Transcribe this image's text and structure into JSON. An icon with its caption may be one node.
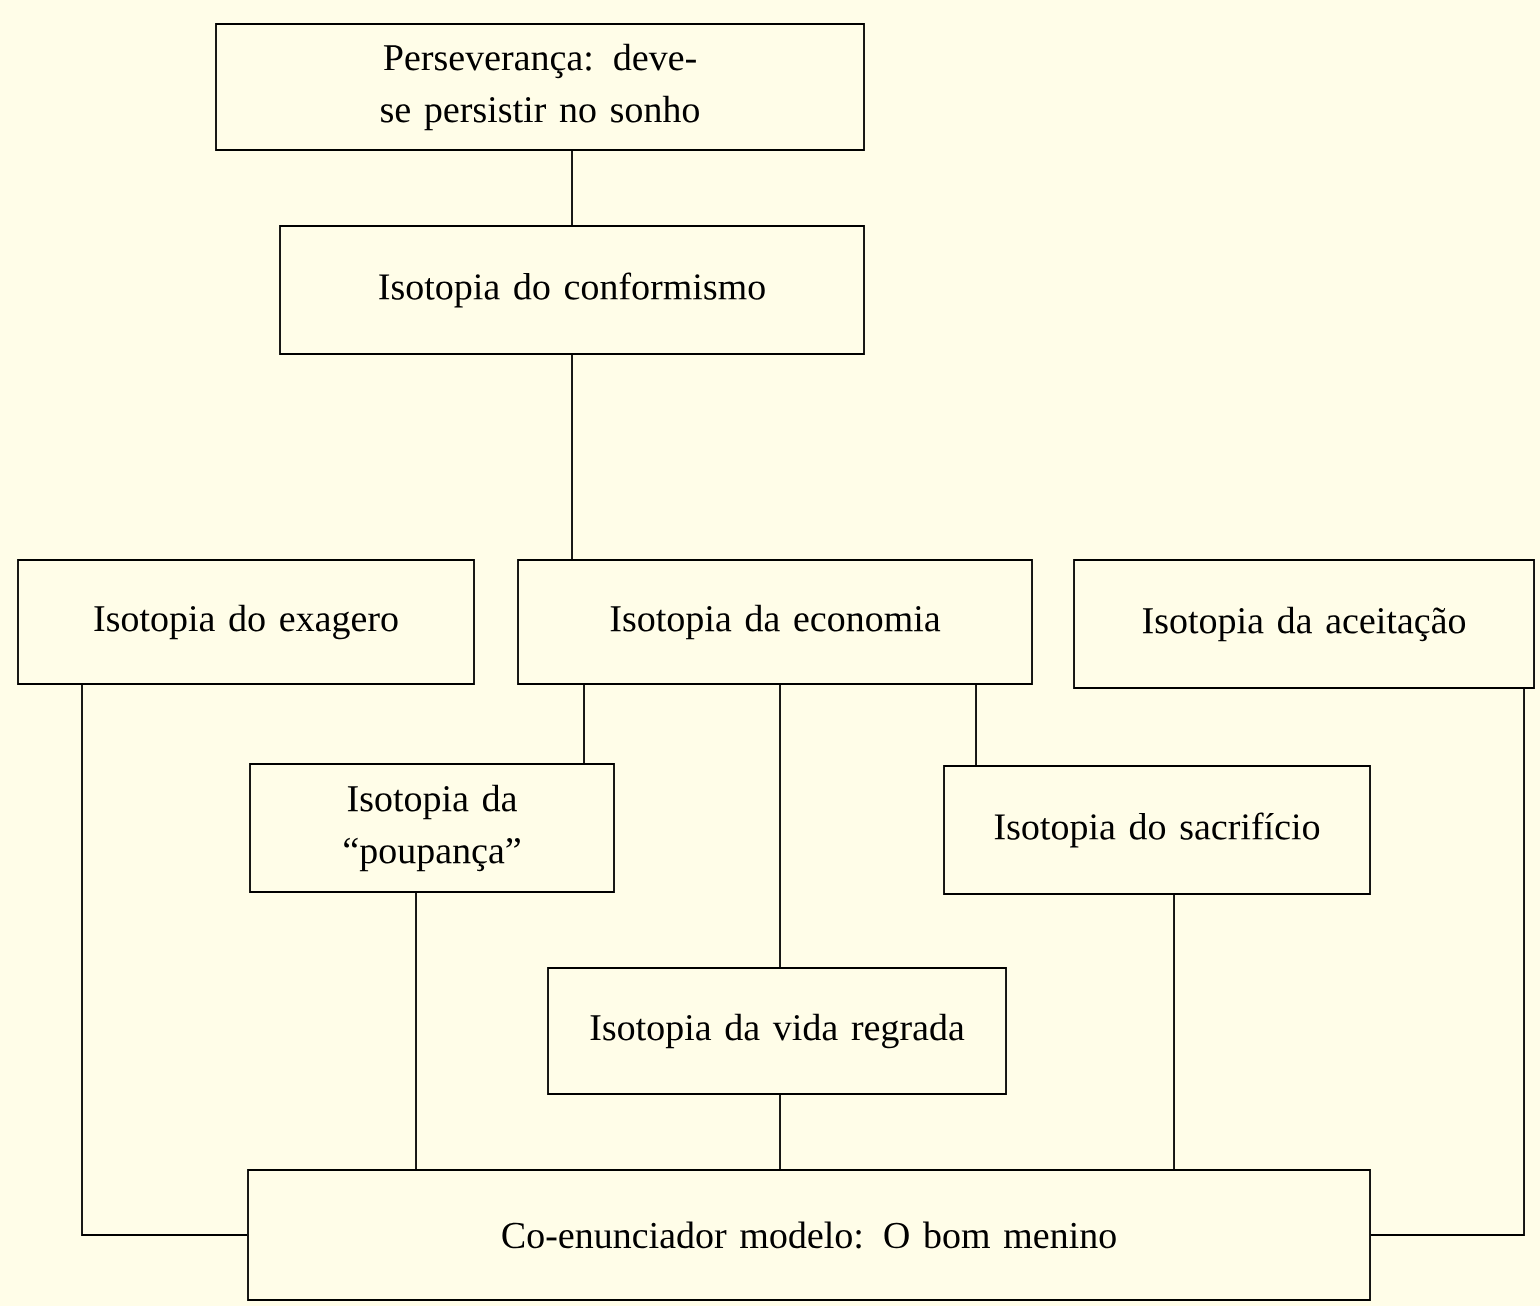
{
  "diagram": {
    "nodes": [
      {
        "text": [
          "Perseverança: deve-se persistir no sonho"
        ]
      },
      {
        "text": [
          "Isotopia do conformismo"
        ]
      },
      {
        "text": [
          "Isotopia do exagero"
        ]
      },
      {
        "text": [
          "Isotopia da economia"
        ]
      },
      {
        "text": [
          "Isotopia da aceitação"
        ]
      },
      {
        "text": [
          "Isotopia da “poupança”"
        ]
      },
      {
        "text": [
          "Isotopia do sacrifício"
        ]
      },
      {
        "text": [
          "Isotopia da vida regrada"
        ]
      },
      {
        "text": [
          "Co-enunciador modelo: O bom menino"
        ]
      }
    ],
    "edges": [
      {
        "from": 0,
        "to": 1,
        "arrow": "none"
      },
      {
        "from": 1,
        "to": 3,
        "arrow": "none"
      },
      {
        "from": 3,
        "to": 5,
        "arrow": "none"
      },
      {
        "from": 3,
        "to": 7,
        "arrow": "none"
      },
      {
        "from": 3,
        "to": 6,
        "arrow": "none"
      },
      {
        "from": 5,
        "to": 8,
        "arrow": "none"
      },
      {
        "from": 7,
        "to": 8,
        "arrow": "none"
      },
      {
        "from": 6,
        "to": 8,
        "arrow": "none"
      },
      {
        "from": 2,
        "to": 8,
        "arrow": "none"
      },
      {
        "from": 4,
        "to": 8,
        "arrow": "none"
      }
    ]
  }
}
